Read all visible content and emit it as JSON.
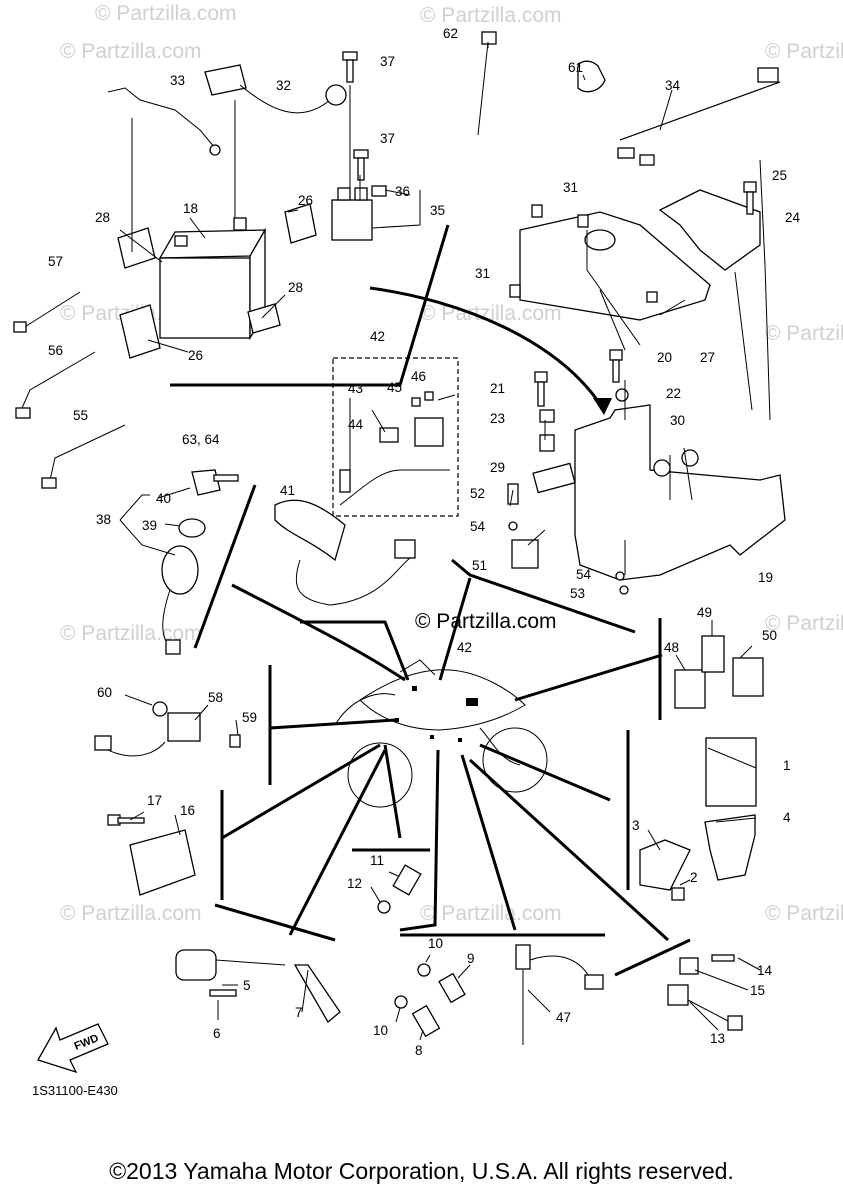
{
  "watermark_text": "© Partzilla.com",
  "center_watermark": "© Partzilla.com",
  "diagram_code": "1S31100-E430",
  "fwd_label": "FWD",
  "copyright": "©2013 Yamaha Motor Corporation, U.S.A. All rights reserved.",
  "callouts": {
    "c1": "1",
    "c2": "2",
    "c3": "3",
    "c4": "4",
    "c5": "5",
    "c6": "6",
    "c7": "7",
    "c8": "8",
    "c9": "9",
    "c10a": "10",
    "c10b": "10",
    "c11": "11",
    "c12": "12",
    "c13": "13",
    "c14": "14",
    "c15": "15",
    "c16": "16",
    "c17": "17",
    "c18": "18",
    "c19": "19",
    "c20": "20",
    "c21": "21",
    "c22": "22",
    "c23": "23",
    "c24": "24",
    "c25": "25",
    "c26a": "26",
    "c26b": "26",
    "c27": "27",
    "c28a": "28",
    "c28b": "28",
    "c29": "29",
    "c30": "30",
    "c31a": "31",
    "c31b": "31",
    "c32": "32",
    "c33": "33",
    "c34": "34",
    "c35": "35",
    "c36": "36",
    "c37a": "37",
    "c37b": "37",
    "c38": "38",
    "c39": "39",
    "c40": "40",
    "c41": "41",
    "c42a": "42",
    "c42b": "42",
    "c43": "43",
    "c44": "44",
    "c45": "45",
    "c46": "46",
    "c47": "47",
    "c48": "48",
    "c49": "49",
    "c50": "50",
    "c51": "51",
    "c52": "52",
    "c53": "53",
    "c54a": "54",
    "c54b": "54",
    "c55": "55",
    "c56": "56",
    "c57": "57",
    "c58": "58",
    "c59": "59",
    "c60": "60",
    "c61": "61",
    "c62": "62",
    "c6364": "63, 64"
  }
}
